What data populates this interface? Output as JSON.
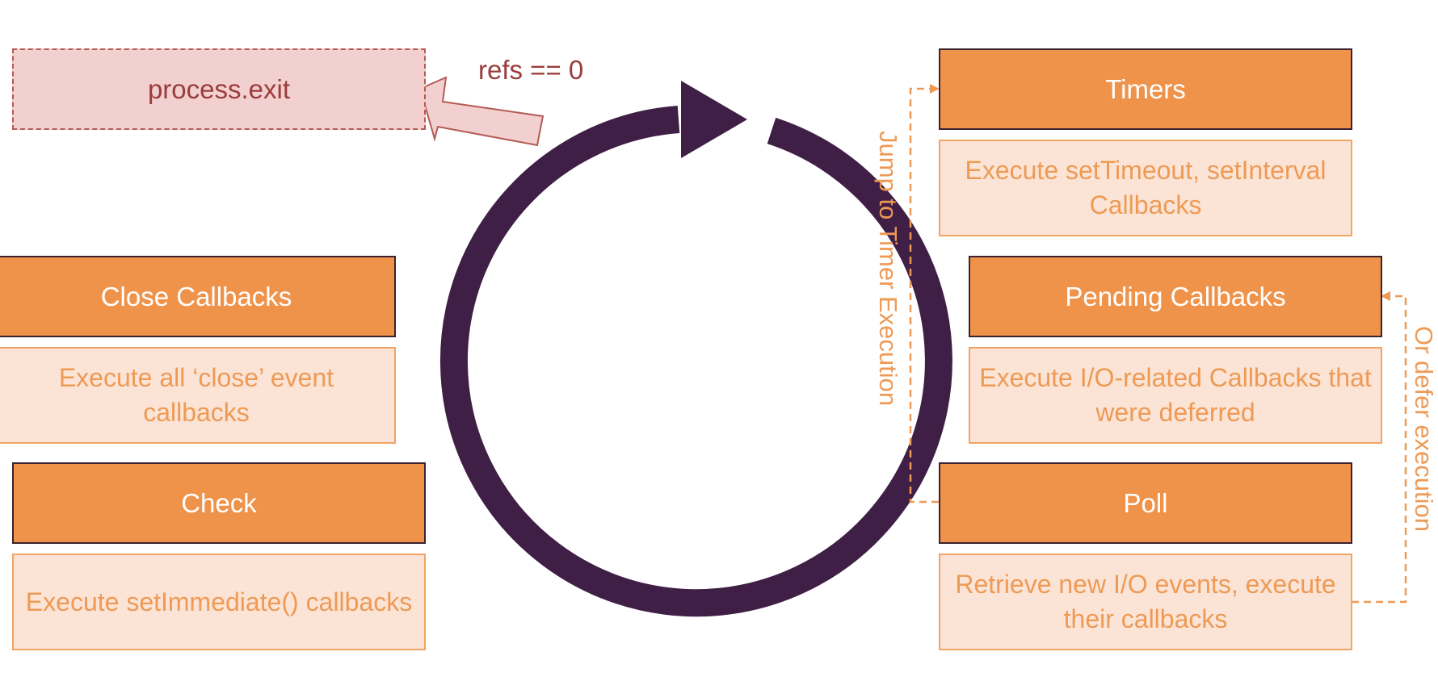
{
  "exit": {
    "label": "process.exit"
  },
  "refs_label": "refs == 0",
  "phases": {
    "timers": {
      "title": "Timers",
      "description": "Execute setTimeout, setInterval Callbacks"
    },
    "pending": {
      "title": "Pending Callbacks",
      "description": "Execute I/O-related Callbacks that were deferred"
    },
    "poll": {
      "title": "Poll",
      "description": "Retrieve new I/O events, execute their callbacks"
    },
    "check": {
      "title": "Check",
      "description": "Execute setImmediate() callbacks"
    },
    "close": {
      "title": "Close Callbacks",
      "description": "Execute all ‘close’ event callbacks"
    }
  },
  "annotations": {
    "jump": "Jump to Timer Execution",
    "defer": "Or defer execution"
  },
  "colors": {
    "loop": "#3f1f45",
    "phase_fill": "#f0934a",
    "desc_fill": "#fbe4d6",
    "dashed": "#ee9a55",
    "exit_fill": "#f2d0cf",
    "exit_text": "#9b3c3c"
  }
}
